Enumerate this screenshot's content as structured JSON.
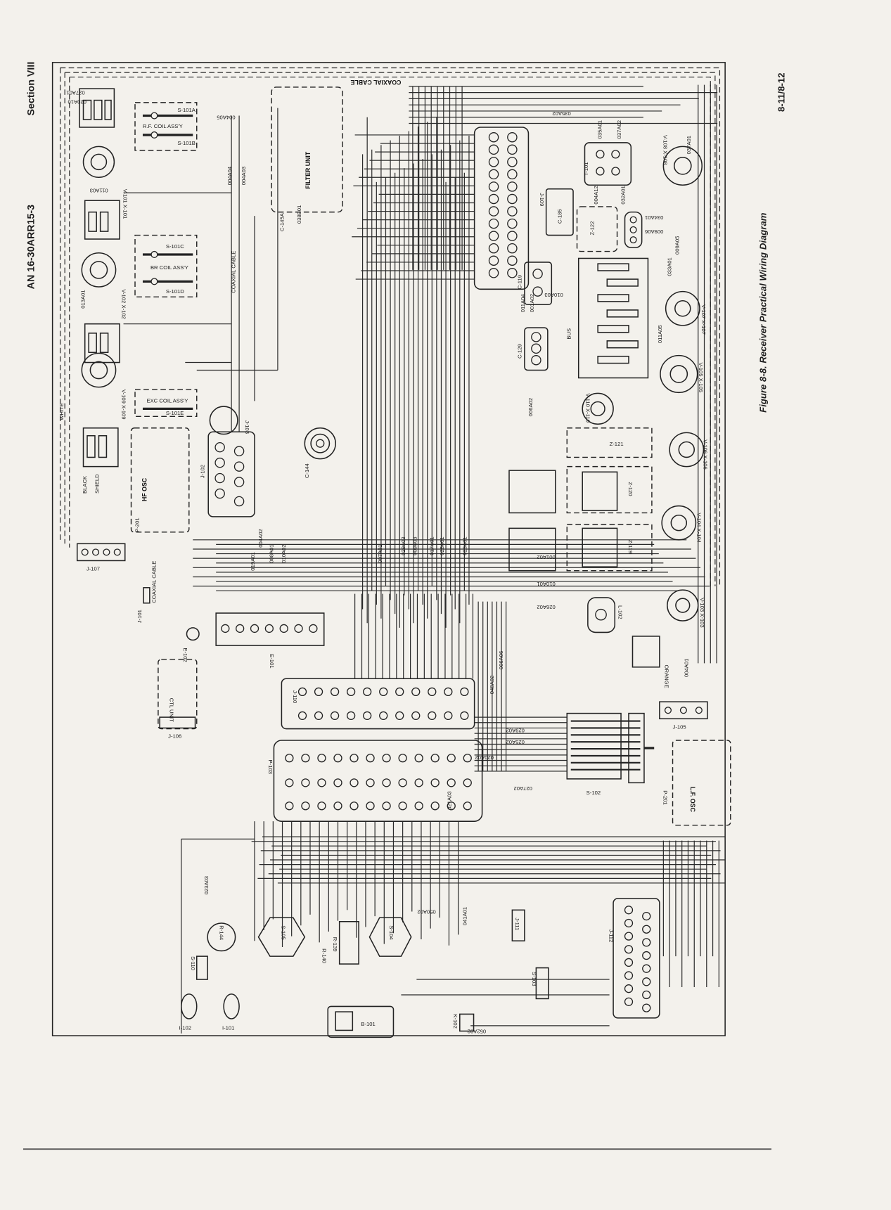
{
  "header": {
    "document_number": "AN 16-30ARR15-3",
    "section": "Section VIII",
    "figure_caption": "Figure 8-8.  Receiver Practical Wiring Diagram",
    "page_number": "8-11/8-12"
  },
  "components": {
    "filter_unit": "FILTER UNIT",
    "c145a": "C-145A",
    "coaxial_cable_top": "COAXIAL CABLE",
    "coaxial_cable_mid": "COAXIAL CABLE",
    "coaxial_cable_low": "COAXIAL CABLE",
    "rf_coil": "R.F. COIL ASS'Y",
    "s101a": "S-101A",
    "s101b": "S-101B",
    "br_coil": "BR COIL ASS'Y",
    "s101c": "S-101C",
    "s101d": "S-101D",
    "exc_coil": "EXC COIL ASS'Y",
    "s101e": "S-101E",
    "hf_osc": "HF OSC",
    "p201": "P-201",
    "j102": "J-102",
    "j103": "J-103",
    "c144": "C-144",
    "j109": "J-109",
    "t101": "T-101",
    "c185": "C-185",
    "z122": "Z-122",
    "v108": "V-108 X-108",
    "v107": "V-107 X-107",
    "v105": "V-105 X-105",
    "v106": "V-106 X-106",
    "v104": "V-104 X-104",
    "v103": "V-103 X-103",
    "v110": "V-110 X-110",
    "v101": "V-101 X-101",
    "v102": "V-102 X-102",
    "v109": "V-109 X-109",
    "c119": "C-119",
    "c129": "C-129",
    "z121": "Z-121",
    "z120": "Z-120",
    "z119": "Z-119",
    "l102": "L-102",
    "e101": "E-101",
    "e102": "E-102",
    "j101": "J-101",
    "j107": "J-107",
    "ctl_unit": "CTL UNIT",
    "j106": "J-106",
    "j110": "J-110",
    "p103": "P-103",
    "s102": "S-102",
    "lf_osc": "L.F. OSC",
    "p201_lf": "P-201",
    "j105": "J-105",
    "orange": "ORANGE",
    "j112": "J-112",
    "r144": "R-144",
    "s110": "S-110",
    "i101": "I-101",
    "i102": "I-102",
    "s105": "S-105",
    "r139": "R-139",
    "r140": "R-140",
    "s104": "S-104",
    "j111": "J-111",
    "s103": "S-103",
    "b101": "B-101",
    "k102": "K-102",
    "bus": "BUS",
    "black": "BLACK",
    "shield": "SHIELD",
    "white": "WHITE"
  },
  "wire_labels": [
    "038B01",
    "004A04",
    "004A05",
    "020A10",
    "027A01",
    "004A03",
    "013A01",
    "011A03",
    "035A02",
    "037A01",
    "035A01",
    "037A02",
    "004A12",
    "032A01",
    "009A05",
    "033A01",
    "034A01",
    "009A06",
    "011A05",
    "011A04",
    "001A02",
    "010A03",
    "006A02",
    "007A01",
    "004A02",
    "019A01",
    "008A01",
    "010A02",
    "029A03",
    "009A03",
    "017A01",
    "028A01",
    "023A01",
    "020A02",
    "029A02",
    "025A02",
    "027A02",
    "048A02",
    "021A03",
    "023A03",
    "050A02",
    "052A02",
    "041A01",
    "006A06",
    "026A02",
    "001A02",
    "010A01",
    "004A01"
  ]
}
